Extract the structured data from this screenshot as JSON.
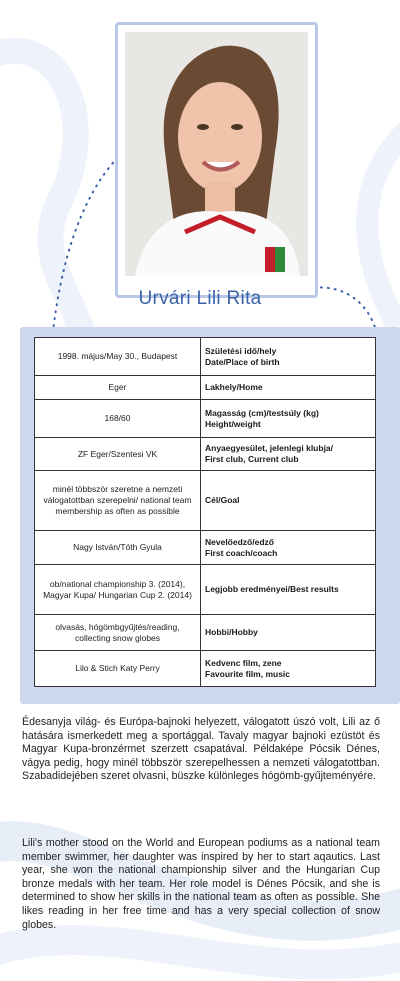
{
  "name": "Urvári Lili Rita",
  "accent": "#3a62a8",
  "rows": [
    {
      "value": "1998. május/May 30., Budapest",
      "label_hu": "Születési idő/hely",
      "label_en": "Date/Place of birth"
    },
    {
      "value": "Eger",
      "label_hu": "Lakhely/Home",
      "label_en": ""
    },
    {
      "value": "168/60",
      "label_hu": "Magasság (cm)/testsúly (kg)",
      "label_en": "Height/weight"
    },
    {
      "value": "ZF Eger/Szentesi VK",
      "label_hu": "Anyaegyesület, jelenlegi klubja/",
      "label_en": "First club, Current club"
    },
    {
      "value": "minél többször szeretne a nemzeti válogatottban szerepelni/ national team membership as often as possible",
      "label_hu": "Cél/Goal",
      "label_en": ""
    },
    {
      "value": "Nagy István/Tóth Gyula",
      "label_hu": "Nevelőedző/edző",
      "label_en": "First coach/coach"
    },
    {
      "value": "ob/national championship 3. (2014), Magyar Kupa/ Hungarian Cup 2. (2014)",
      "label_hu": "Legjobb eredményei/Best results",
      "label_en": ""
    },
    {
      "value": "olvasás, hógömbgyűjtés/reading, collecting snow globes",
      "label_hu": "Hobbi/Hobby",
      "label_en": ""
    },
    {
      "value": "Lilo & Stich Katy Perry",
      "label_hu": "Kedvenc film, zene",
      "label_en": "Favourite film, music"
    }
  ],
  "paragraph_hu": "Édesanyja világ- és Európa-bajnoki helyezett, válogatott úszó volt, Lili az ő hatására ismerkedett meg a sportággal. Tavaly magyar bajnoki ezüstöt és Magyar Kupa-bronzérmet szerzett csapatával. Példaképe Pócsik Dénes, vágya pedig, hogy minél többször szerepelhessen a nemzeti válogatottban. Szabadidejében szeret olvasni, büszke különleges hógömb-gyűjteményére.",
  "paragraph_en": "Lili's mother stood on the World and European podiums as a national team member swimmer, her daughter was inspired by her to start aqautics. Last year, she won the national championship silver and the Hungarian Cup bronze medals with her team. Her role model is Dénes Pócsik, and she is determined to show her skills in the national team as often as possible. She likes reading in her free time and has a very special collection of snow globes."
}
